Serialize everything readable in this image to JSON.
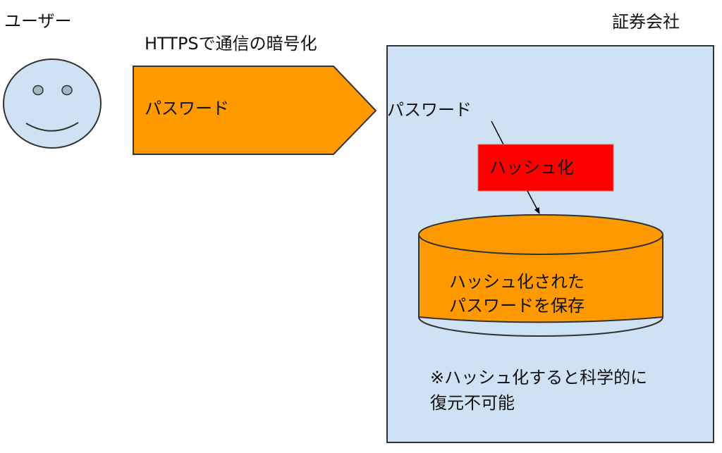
{
  "diagram": {
    "user": {
      "label": "ユーザー",
      "icon": "smiley-face-icon"
    },
    "company": {
      "label": "証券会社"
    },
    "transport": {
      "label": "HTTPSで通信の暗号化",
      "arrow_label": "パスワード"
    },
    "server": {
      "incoming_label": "パスワード",
      "hash_step": "ハッシュ化",
      "database_label": "ハッシュ化された\nパスワードを保存",
      "note": "※ハッシュ化すると科学的に\n復元不可能"
    },
    "colors": {
      "face_fill": "#cfe2f3",
      "eye_fill": "#a4b5c4",
      "arrow_fill": "#ff9900",
      "server_fill": "#cfe2f3",
      "hash_fill": "#ff0000",
      "database_fill": "#ff9900",
      "stroke": "#333333"
    }
  }
}
